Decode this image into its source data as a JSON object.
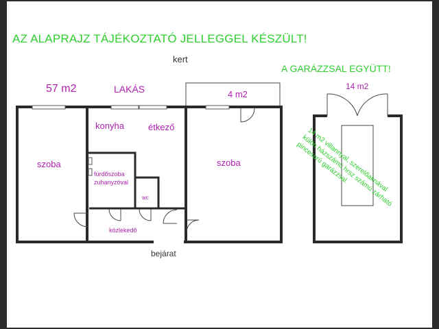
{
  "texts": {
    "disclaimer": "AZ ALAPRAJZ TÁJÉKOZTATÓ JELLEGGEL KÉSZÜLT!",
    "garden": "kert",
    "garage_together": "A GARÁZZSAL EGYÜTT!",
    "apartment_area": "57 m2",
    "apartment": "LAKÁS",
    "balcony_area": "4 m2",
    "garage_area": "14 m2",
    "kitchen": "konyha",
    "dining": "étkező",
    "room_left": "szoba",
    "room_right": "szoba",
    "bathroom_line1": "fürdőszoba",
    "bathroom_line2": "zuhanyzóval",
    "wc": "wc",
    "corridor": "közlekedő",
    "entrance": "bejárat",
    "garage_note": "14 m2 villannyal, szerelőaknával külön házszámú hrsz számú zárható pincesorú garázzsal."
  },
  "colors": {
    "green": "#2fcf2f",
    "magenta": "#b020b0",
    "dark": "#333333",
    "wall": "#2a2a2a"
  }
}
